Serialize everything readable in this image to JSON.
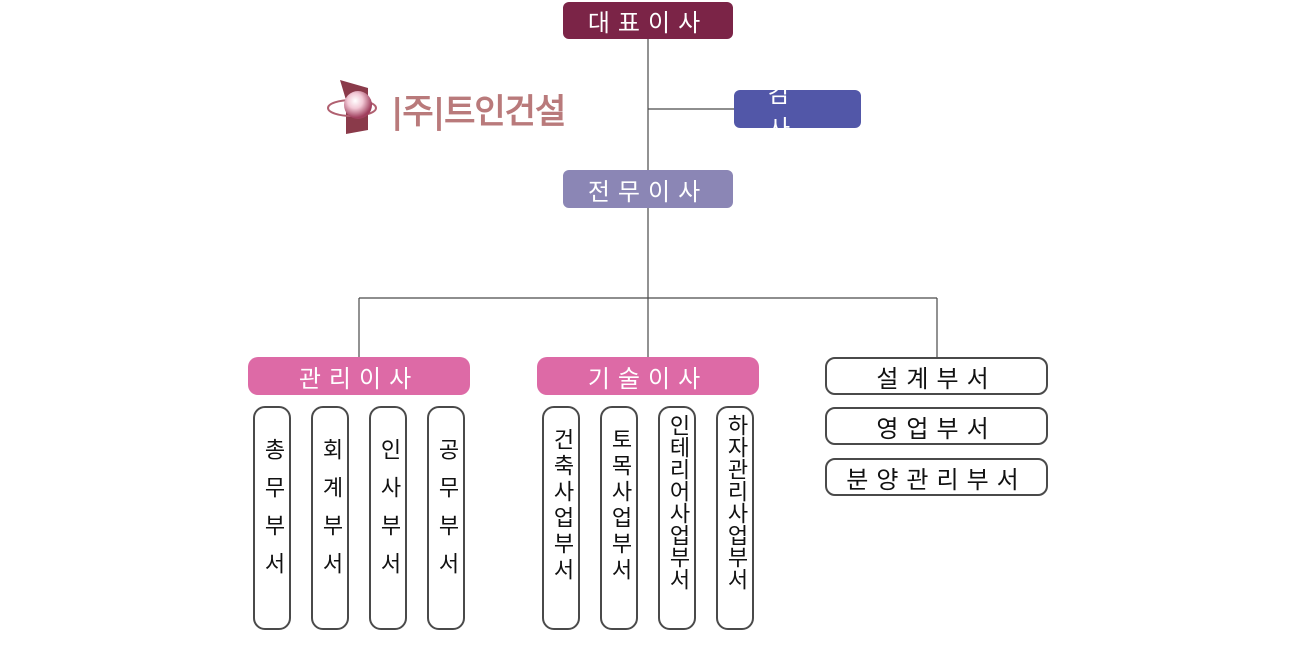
{
  "logo": {
    "text": "|주|트인건설"
  },
  "ceo": "대표이사",
  "audit": "감사",
  "managing_director": "전무이사",
  "admin_director": {
    "label": "관리이사",
    "departments": [
      "총무부서",
      "회계부서",
      "인사부서",
      "공무부서"
    ]
  },
  "tech_director": {
    "label": "기술이사",
    "departments": [
      "건축사업부서",
      "토목사업부서",
      "인테리어사업부서",
      "하자관리사업부서"
    ]
  },
  "independent_departments": [
    "설계부서",
    "영업부서",
    "분양관리부서"
  ],
  "colors": {
    "ceo": "#7b2447",
    "audit": "#5257a8",
    "managing": "#8b86b5",
    "director": "#dd6aa6",
    "logo": "#b97a7b",
    "line": "#4a4a4a"
  }
}
